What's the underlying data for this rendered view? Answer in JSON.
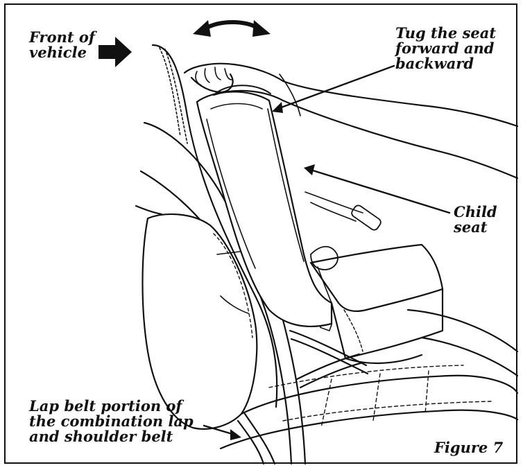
{
  "labels": {
    "front_of_vehicle": "Front of\nvehicle",
    "tug_seat": "Tug the seat\nforward and\nbackward",
    "child_seat": "Child\nseat",
    "lap_belt": "Lap belt portion of\nthe combination lap\nand shoulder belt",
    "figure": "Figure 7"
  },
  "colors": {
    "ink": "#111111",
    "paper": "#ffffff",
    "shade": "#f4f4f4"
  }
}
